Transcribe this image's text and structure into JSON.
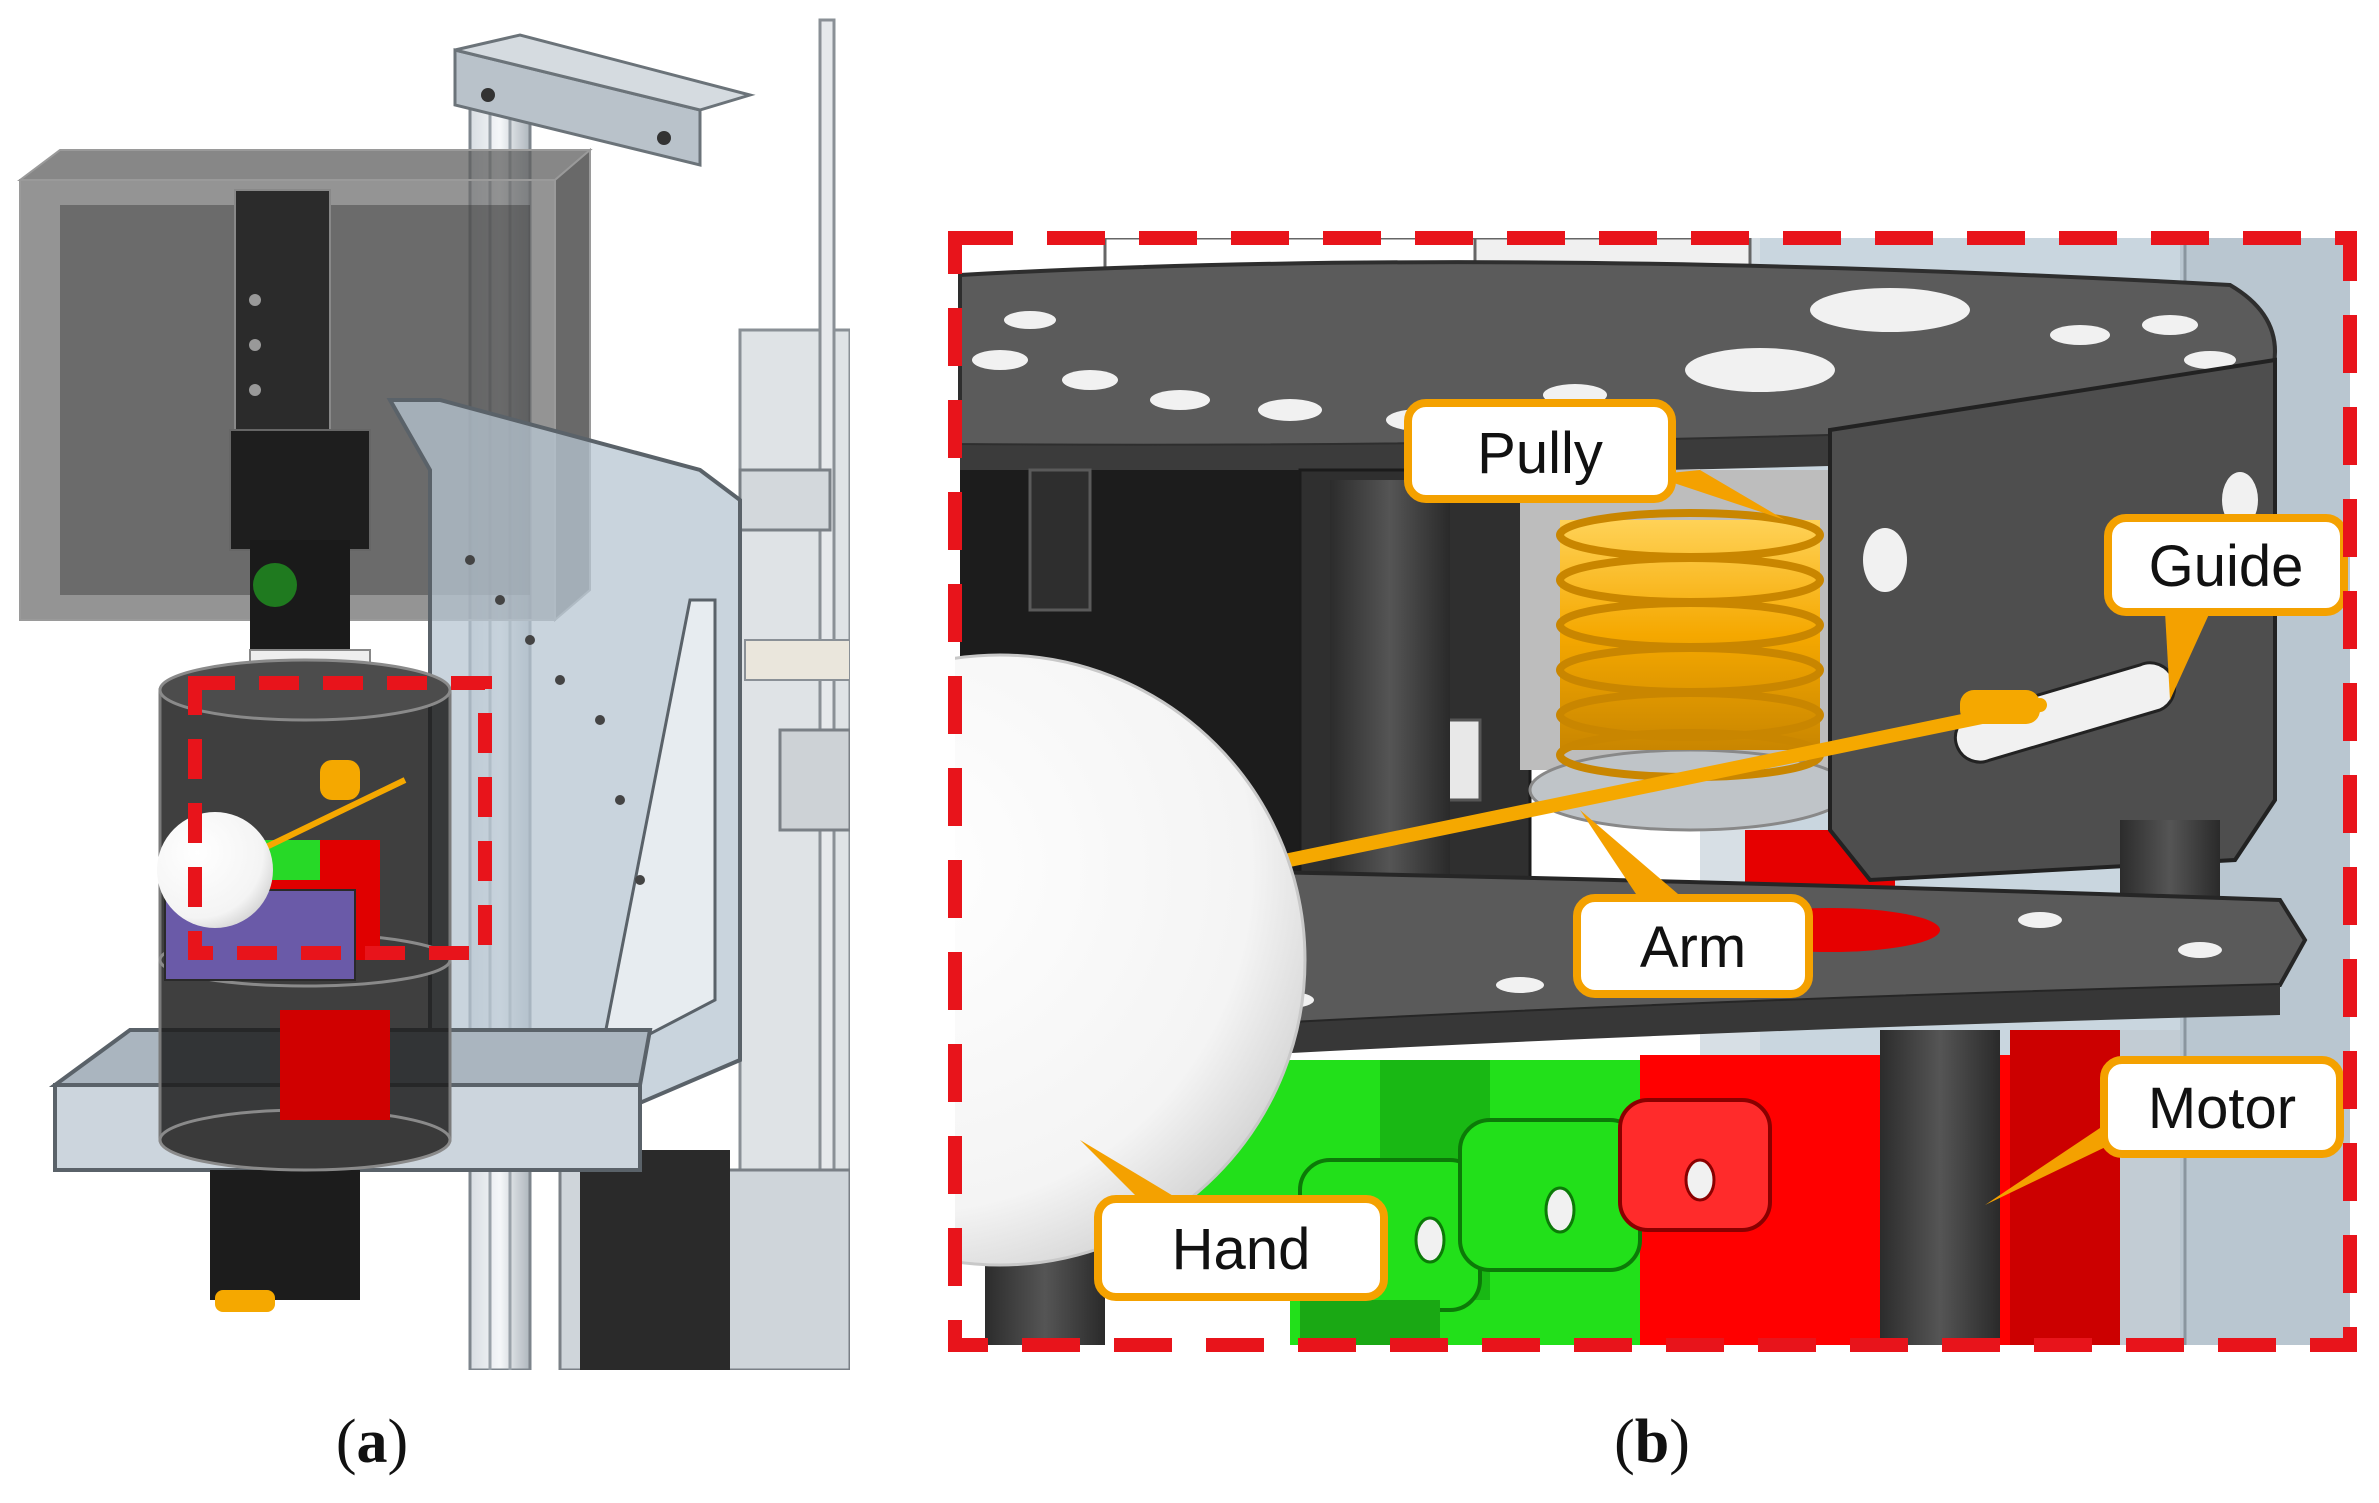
{
  "figure": {
    "panels": [
      {
        "id": "a",
        "caption_open": "(",
        "caption_letter": "a",
        "caption_close": ")"
      },
      {
        "id": "b",
        "caption_open": "(",
        "caption_letter": "b",
        "caption_close": ")"
      }
    ],
    "callouts": [
      {
        "key": "pully",
        "label": "Pully"
      },
      {
        "key": "guide",
        "label": "Guide"
      },
      {
        "key": "arm",
        "label": "Arm"
      },
      {
        "key": "motor",
        "label": "Motor"
      },
      {
        "key": "hand",
        "label": "Hand"
      }
    ],
    "colors": {
      "highlight_box": "#e8141b",
      "callout_border": "#f4a100",
      "spring": "#f5b21c",
      "motor": "#e60000",
      "hand_bracket": "#22e01a",
      "plate": "#5a5a5a",
      "background_panel": "#c9d6df"
    }
  }
}
